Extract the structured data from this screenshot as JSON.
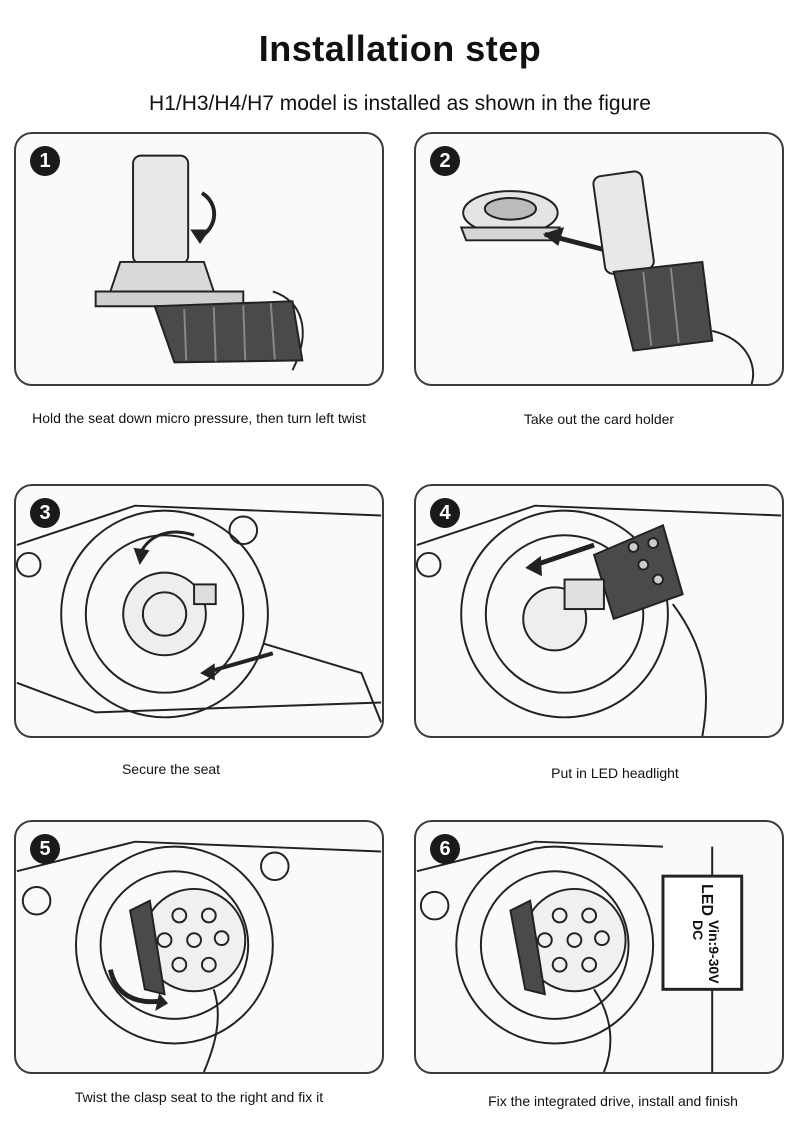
{
  "header": {
    "title": "Installation step",
    "subtitle": "H1/H3/H4/H7 model is installed as shown in the figure"
  },
  "steps": [
    {
      "number": "1",
      "caption": "Hold the seat down micro pressure, then turn left twist"
    },
    {
      "number": "2",
      "caption": "Take out the card holder"
    },
    {
      "number": "3",
      "caption": "Secure the seat"
    },
    {
      "number": "4",
      "caption": "Put in LED headlight"
    },
    {
      "number": "5",
      "caption": "Twist the clasp seat to the right and fix it"
    },
    {
      "number": "6",
      "caption": "Fix the integrated drive, install and finish"
    }
  ],
  "driver_box": {
    "line1": "LED",
    "line2": "Vin:9-30V DC"
  }
}
